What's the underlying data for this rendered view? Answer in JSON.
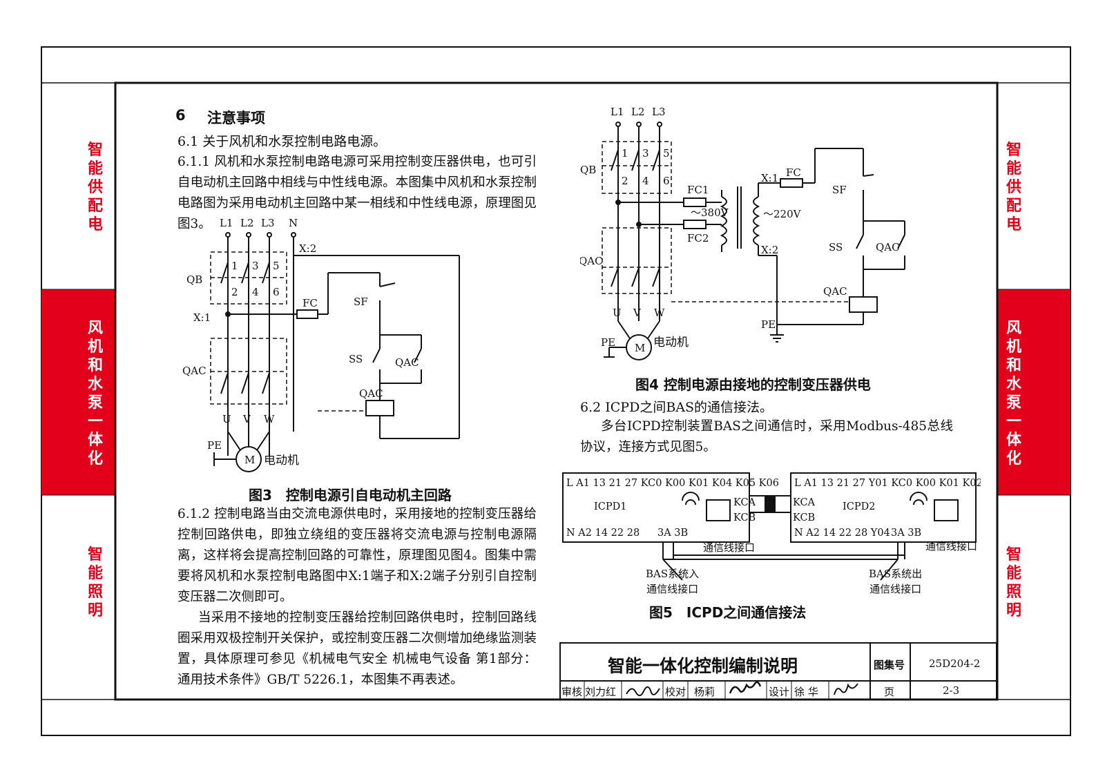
{
  "side_tabs": {
    "left_top": "智\n能\n供\n配\n电",
    "left_mid": "风\n机\n和\n水\n泵\n一\n体\n化",
    "left_bottom": "智\n能\n照\n明",
    "right_top": "智\n能\n供\n配\n电",
    "right_mid": "风\n机\n和\n水\n泵\n一\n体\n化",
    "right_bottom": "智\n能\n照\n明"
  },
  "colors": {
    "accent_red": "#e2001a",
    "line": "#111111"
  },
  "section": {
    "number": "6",
    "title": "注意事项",
    "s61": "6.1 关于风机和水泵控制电路电源。",
    "s611": "6.1.1 风机和水泵控制电路电源可采用控制变压器供电，也可引自电动机主回路中相线与中性线电源。本图集中风机和水泵控制电路图为采用电动机主回路中某一相线和中性线电源，原理图见图3。",
    "s612": "6.1.2 控制电路当由交流电源供电时，采用接地的控制变压器给控制回路供电，即独立绕组的变压器将交流电源与控制电源隔离，这样将会提高控制回路的可靠性，原理图见图4。图集中需要将风机和水泵控制电路图中X:1端子和X:2端子分别引自控制变压器二次侧即可。",
    "s612b": "当采用不接地的控制变压器给控制回路供电时，控制回路线圈采用双极控制开关保护，或控制变压器二次侧增加绝缘监测装置，具体原理可参见《机械电气安全 机械电气设备 第1部分：通用技术条件》GB/T 5226.1，本图集不再表述。",
    "s62": "6.2 ICPD之间BAS的通信接法。",
    "s62_body": "多台ICPD控制装置BAS之间通信时，采用Modbus-485总线协议，连接方式见图5。"
  },
  "fig3": {
    "caption": "图3　控制电源引自电动机主回路",
    "labels": {
      "L1": "L1",
      "L2": "L2",
      "L3": "L3",
      "N": "N",
      "QB": "QB",
      "X1": "X:1",
      "X2": "X:2",
      "FC": "FC",
      "SF": "SF",
      "SS": "SS",
      "QAC": "QAC",
      "QAC_contact": "QAC",
      "QAC_coil": "QAC",
      "U": "U",
      "V": "V",
      "W": "W",
      "PE": "PE",
      "M": "M",
      "motor": "电动机",
      "n1": "1",
      "n2": "2",
      "n3": "3",
      "n4": "4",
      "n5": "5",
      "n6": "6"
    }
  },
  "fig4": {
    "caption": "图4 控制电源由接地的控制变压器供电",
    "labels": {
      "L1": "L1",
      "L2": "L2",
      "L3": "L3",
      "QB": "QB",
      "QAC": "QAC",
      "FC1": "FC1",
      "FC2": "FC2",
      "v380": "～380V",
      "v220": "～220V",
      "X1": "X:1",
      "X2": "X:2",
      "FC": "FC",
      "SF": "SF",
      "SS": "SS",
      "QAC_contact": "QAC",
      "QAC_coil": "QAC",
      "PE": "PE",
      "PE2": "PE",
      "U": "U",
      "V": "V",
      "W": "W",
      "M": "M",
      "motor": "电动机",
      "n1": "1",
      "n2": "2",
      "n3": "3",
      "n4": "4",
      "n5": "5",
      "n6": "6"
    }
  },
  "fig5": {
    "caption": "图5　ICPD之间通信接法",
    "icpd1": {
      "top": "L A1 13 21 27 KC0 K00 K01 K04 K05 K06",
      "name": "ICPD1",
      "bottom": "N A2 14 22 28",
      "ab": "3A 3B",
      "kca": "KCA",
      "kcb": "KCB"
    },
    "icpd2": {
      "top": "L A1 13 21 27 Y01 KC0 K00 K01 K02",
      "name": "ICPD2",
      "bottom": "N A2 14 22 28 Y04",
      "ab": "3A 3B",
      "kca": "KCA",
      "kcb": "KCB"
    },
    "port1": "通信线接口",
    "port2": "通信线接口",
    "bas_in": "BAS系统入\n通信线接口",
    "bas_out": "BAS系统出\n通信线接口"
  },
  "title_block": {
    "title": "智能一体化控制编制说明",
    "atlas_label": "图集号",
    "atlas_no": "25D204-2",
    "review_label": "审核",
    "reviewer": "刘力红",
    "check_label": "校对",
    "checker": "杨莉",
    "design_label": "设计",
    "designer": "徐 华",
    "page_label": "页",
    "page_no": "2-3"
  }
}
